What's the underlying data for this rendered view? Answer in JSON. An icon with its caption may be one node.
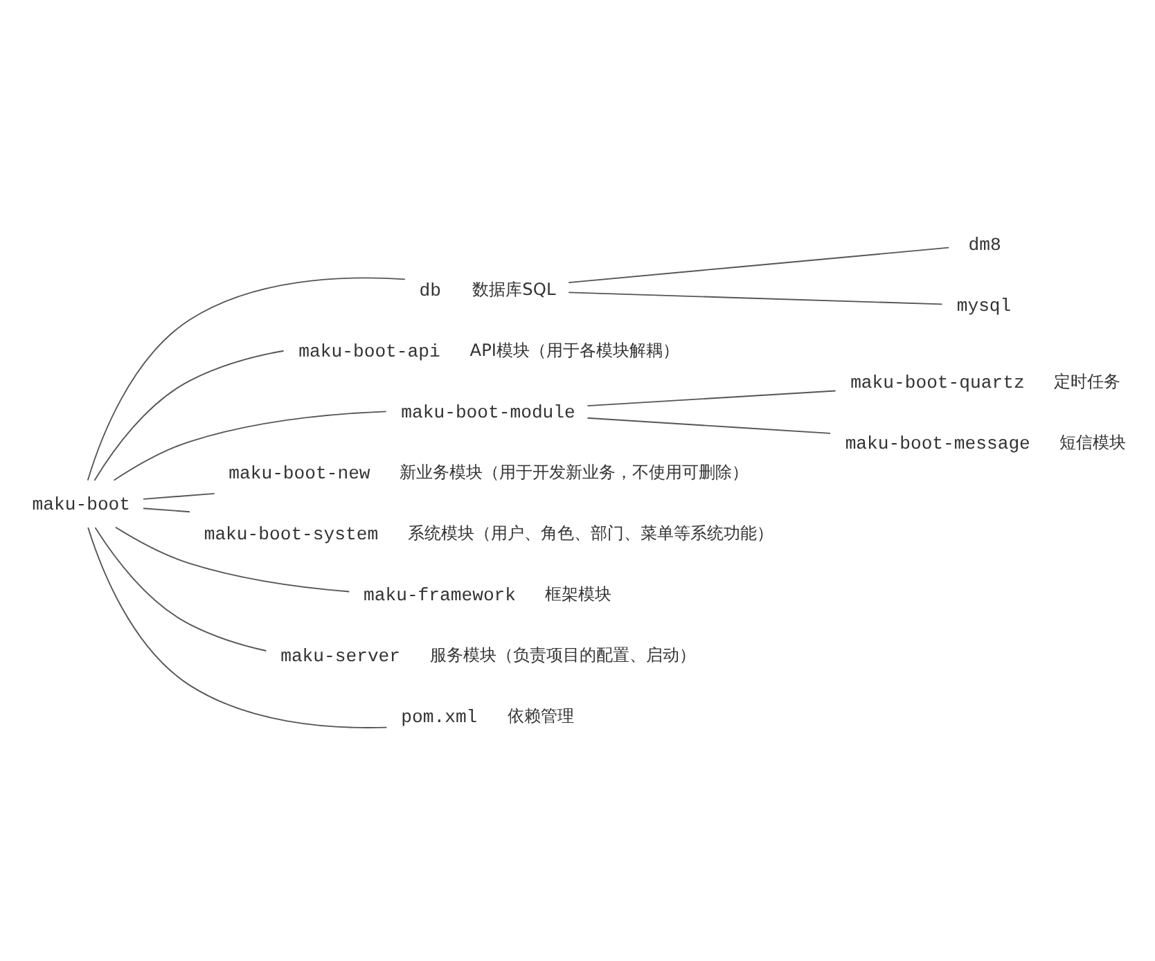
{
  "diagram": {
    "nodes": [
      {
        "text": [
          "maku-boot"
        ]
      },
      {
        "text": [
          "db"
        ],
        "beside": [
          "数据库SQL"
        ]
      },
      {
        "text": [
          "dm8"
        ]
      },
      {
        "text": [
          "mysql"
        ]
      },
      {
        "text": [
          "maku-boot-api"
        ],
        "beside": [
          "API模块（用于各模块解耦）"
        ]
      },
      {
        "text": [
          "maku-boot-module"
        ]
      },
      {
        "text": [
          "maku-boot-quartz"
        ],
        "beside": [
          "定时任务"
        ]
      },
      {
        "text": [
          "maku-boot-message"
        ],
        "beside": [
          "短信模块"
        ]
      },
      {
        "text": [
          "maku-boot-new"
        ],
        "beside": [
          "新业务模块（用于开发新业务，不使用可删除）"
        ]
      },
      {
        "text": [
          "maku-boot-system"
        ],
        "beside": [
          "系统模块（用户、角色、部门、菜单等系统功能）"
        ]
      },
      {
        "text": [
          "maku-framework"
        ],
        "beside": [
          "框架模块"
        ]
      },
      {
        "text": [
          "maku-server"
        ],
        "beside": [
          "服务模块（负责项目的配置、启动）"
        ]
      },
      {
        "text": [
          "pom.xml"
        ],
        "beside": [
          "依赖管理"
        ]
      }
    ],
    "edges": [
      {
        "from": 0,
        "to": 1,
        "arrow": "none"
      },
      {
        "from": 1,
        "to": 2,
        "arrow": "none"
      },
      {
        "from": 1,
        "to": 3,
        "arrow": "none"
      },
      {
        "from": 0,
        "to": 4,
        "arrow": "none"
      },
      {
        "from": 0,
        "to": 5,
        "arrow": "none"
      },
      {
        "from": 5,
        "to": 6,
        "arrow": "none"
      },
      {
        "from": 5,
        "to": 7,
        "arrow": "none"
      },
      {
        "from": 0,
        "to": 8,
        "arrow": "none"
      },
      {
        "from": 0,
        "to": 9,
        "arrow": "none"
      },
      {
        "from": 0,
        "to": 10,
        "arrow": "none"
      },
      {
        "from": 0,
        "to": 11,
        "arrow": "none"
      },
      {
        "from": 0,
        "to": 12,
        "arrow": "none"
      }
    ]
  }
}
